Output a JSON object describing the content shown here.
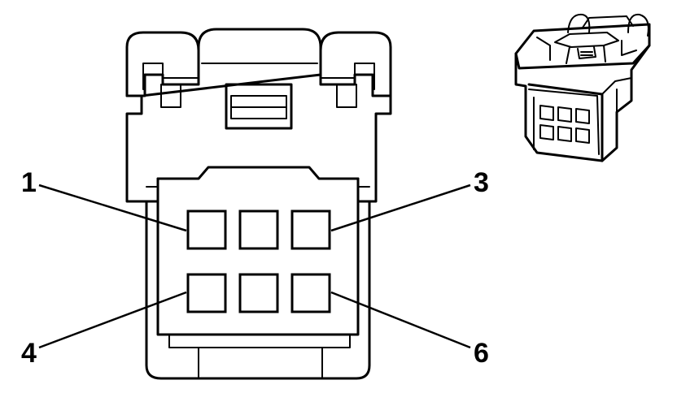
{
  "diagram": {
    "type": "connector-pinout",
    "stroke_color": "#000000",
    "background_color": "#ffffff",
    "cavity_rows": 2,
    "cavity_columns": 3,
    "pin_labels": [
      {
        "id": "pin-1",
        "text": "1",
        "cavity_row": 1,
        "cavity_col": 1
      },
      {
        "id": "pin-3",
        "text": "3",
        "cavity_row": 1,
        "cavity_col": 3
      },
      {
        "id": "pin-4",
        "text": "4",
        "cavity_row": 2,
        "cavity_col": 1
      },
      {
        "id": "pin-6",
        "text": "6",
        "cavity_row": 2,
        "cavity_col": 3
      }
    ]
  }
}
